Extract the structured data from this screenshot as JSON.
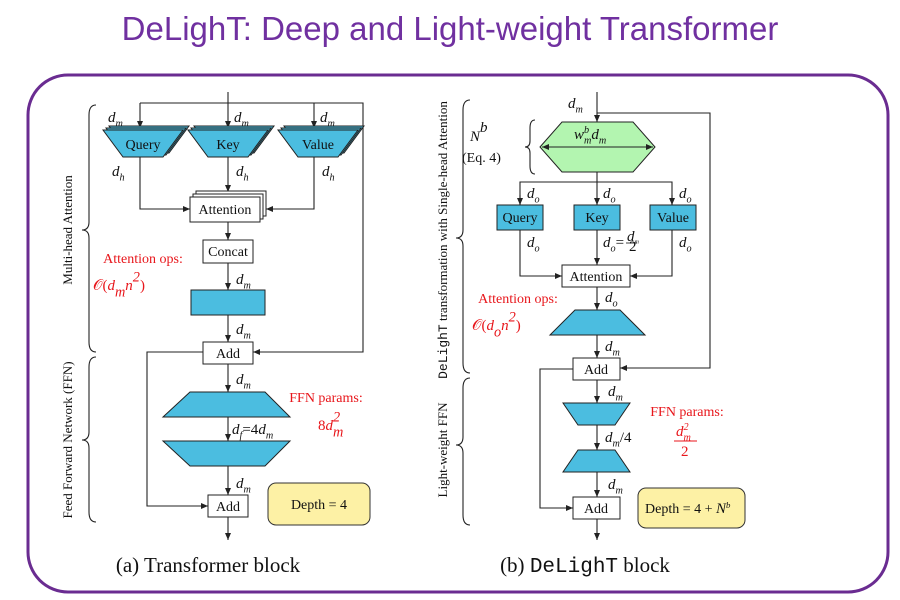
{
  "title": "DeLighT: Deep and Light-weight Transformer",
  "colors": {
    "title": "#7030a0",
    "frame": "#6a2c91",
    "block": "#4bbde0",
    "expand": "#b3f5b0",
    "annotation": "#e8161b",
    "depth_box": "#fdf1a5"
  },
  "math": {
    "d_m": [
      {
        "t": "d"
      },
      {
        "t": "m",
        "s": "sub"
      }
    ],
    "d_h": [
      {
        "t": "d"
      },
      {
        "t": "h",
        "s": "sub"
      }
    ],
    "d_o": [
      {
        "t": "d"
      },
      {
        "t": "o",
        "s": "sub"
      }
    ],
    "d_o_eq": [
      {
        "t": "d"
      },
      {
        "t": "o",
        "s": "sub"
      },
      {
        "t": "=",
        "s": "roman"
      }
    ],
    "d_f": [
      {
        "t": "d"
      },
      {
        "t": "f",
        "s": "sub"
      },
      {
        "t": "=4",
        "s": "roman"
      },
      {
        "t": "d"
      },
      {
        "t": "m",
        "s": "sub"
      }
    ],
    "o_dm": [
      {
        "t": "𝒪(",
        "s": "roman"
      },
      {
        "t": "d"
      },
      {
        "t": "m",
        "s": "sub"
      },
      {
        "t": "n"
      },
      {
        "t": "2",
        "s": "sup"
      },
      {
        "t": ")",
        "s": "roman"
      }
    ],
    "o_do": [
      {
        "t": "𝒪(",
        "s": "roman"
      },
      {
        "t": "d"
      },
      {
        "t": "o",
        "s": "sub"
      },
      {
        "t": "n"
      },
      {
        "t": "2",
        "s": "sup"
      },
      {
        "t": ")",
        "s": "roman"
      }
    ],
    "ffn_left": [
      {
        "t": "8",
        "s": "roman"
      },
      {
        "t": "d"
      },
      {
        "t": "2",
        "s": "sup"
      },
      {
        "t": "m",
        "s": "sub",
        "back": true
      }
    ],
    "ffn_right_num": [
      {
        "t": "d"
      },
      {
        "t": "2",
        "s": "sup"
      },
      {
        "t": "m",
        "s": "sub",
        "back": true
      }
    ],
    "two": [
      {
        "t": "2",
        "s": "roman"
      }
    ],
    "w": [
      {
        "t": "w"
      },
      {
        "t": "b",
        "s": "sup"
      },
      {
        "t": "m",
        "s": "sub",
        "back": true
      },
      {
        "t": "d"
      },
      {
        "t": "m",
        "s": "sub"
      }
    ],
    "n_b": [
      {
        "t": "N"
      },
      {
        "t": "b",
        "s": "sup"
      }
    ],
    "dm4": [
      {
        "t": "d"
      },
      {
        "t": "m",
        "s": "sub"
      },
      {
        "t": "/4",
        "s": "roman"
      }
    ]
  },
  "left": {
    "query": "Query",
    "key": "Key",
    "value": "Value",
    "attention": "Attention",
    "concat": "Concat",
    "add": "Add",
    "attention_ops": "Attention ops:",
    "ffn_params": "FFN params:",
    "depth": "Depth = 4",
    "side_mha": "Multi-head Attention",
    "side_ffn": "Feed Forward Network (FFN)",
    "caption": "(a) Transformer block"
  },
  "right": {
    "eq_ref": "(Eq. 4)",
    "query": "Query",
    "key": "Key",
    "value": "Value",
    "attention": "Attention",
    "add": "Add",
    "attention_ops": "Attention ops:",
    "ffn_params": "FFN params:",
    "depth_prefix": "Depth = 4 + ",
    "side_delight": "DeLighT",
    "side_rest": " transformation with Single-head Attention",
    "side_ffn": "Light-weight FFN",
    "caption_prefix": "(b) ",
    "caption_name": "DeLighT",
    "caption_suffix": " block"
  }
}
